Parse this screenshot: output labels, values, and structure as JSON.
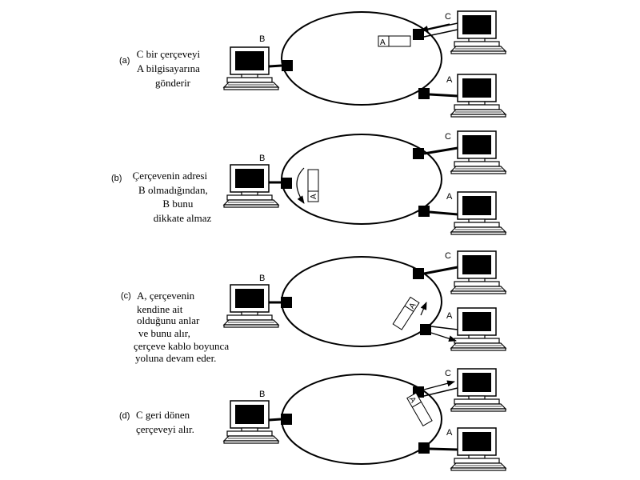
{
  "panels": [
    {
      "tag": "(a)",
      "caption": [
        "C bir çerçeveyi",
        "A bilgisayarına",
        "gönderir"
      ],
      "nodes": {
        "top_left": "B",
        "top_right": "C",
        "bottom_right": "A"
      },
      "frame_label": "A"
    },
    {
      "tag": "(b)",
      "caption": [
        "Çerçevenin adresi",
        "B olmadığından,",
        "B bunu",
        "dikkate almaz"
      ],
      "nodes": {
        "top_left": "B",
        "top_right": "C",
        "bottom_right": "A"
      },
      "frame_label": "A"
    },
    {
      "tag": "(c)",
      "caption": [
        "A, çerçevenin",
        "kendine ait",
        "olduğunu anlar",
        "ve bunu alır,",
        "çerçeve kablo boyunca",
        "yoluna devam eder."
      ],
      "nodes": {
        "top_left": "B",
        "top_right": "C",
        "bottom_right": "A"
      },
      "frame_label": "A"
    },
    {
      "tag": "(d)",
      "caption": [
        "C geri dönen",
        "çerçeveyi alır."
      ],
      "nodes": {
        "top_left": "B",
        "top_right": "C",
        "bottom_right": "A"
      },
      "frame_label": "A"
    }
  ]
}
